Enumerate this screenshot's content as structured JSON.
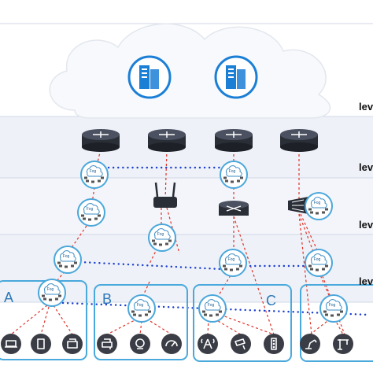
{
  "levels": [
    "lev",
    "lev",
    "lev",
    "lev"
  ],
  "groups": [
    "A",
    "B",
    "C"
  ],
  "fog_label": "Fog",
  "colors": {
    "band": "#eef1f7",
    "band_border": "#d2d8e5",
    "cloud": "#f7f9fc",
    "server": "#1c7fd6",
    "router": "#2a2e36",
    "link_red": "#e0332a",
    "link_blue": "#1a3fd1",
    "fog_ring": "#4aa7db",
    "group_box": "#49a9dc",
    "device": "#3a3d45"
  },
  "icons": {
    "cloud_servers": [
      "server-icon",
      "server-icon"
    ],
    "core_routers": [
      "router-icon",
      "router-icon",
      "router-icon",
      "router-icon"
    ],
    "access_devices": [
      "wifi-router-icon",
      "switch-icon",
      "projector-icon"
    ],
    "group_a_devices": [
      "laptop-icon",
      "tablet-icon",
      "phone-icon"
    ],
    "group_b_devices": [
      "printer-icon",
      "webcam-icon",
      "speedometer-icon"
    ],
    "group_c_devices": [
      "radio-tower-icon",
      "camera-icon",
      "traffic-light-icon"
    ],
    "group_d_devices": [
      "robot-arm-icon",
      "crane-icon"
    ]
  }
}
